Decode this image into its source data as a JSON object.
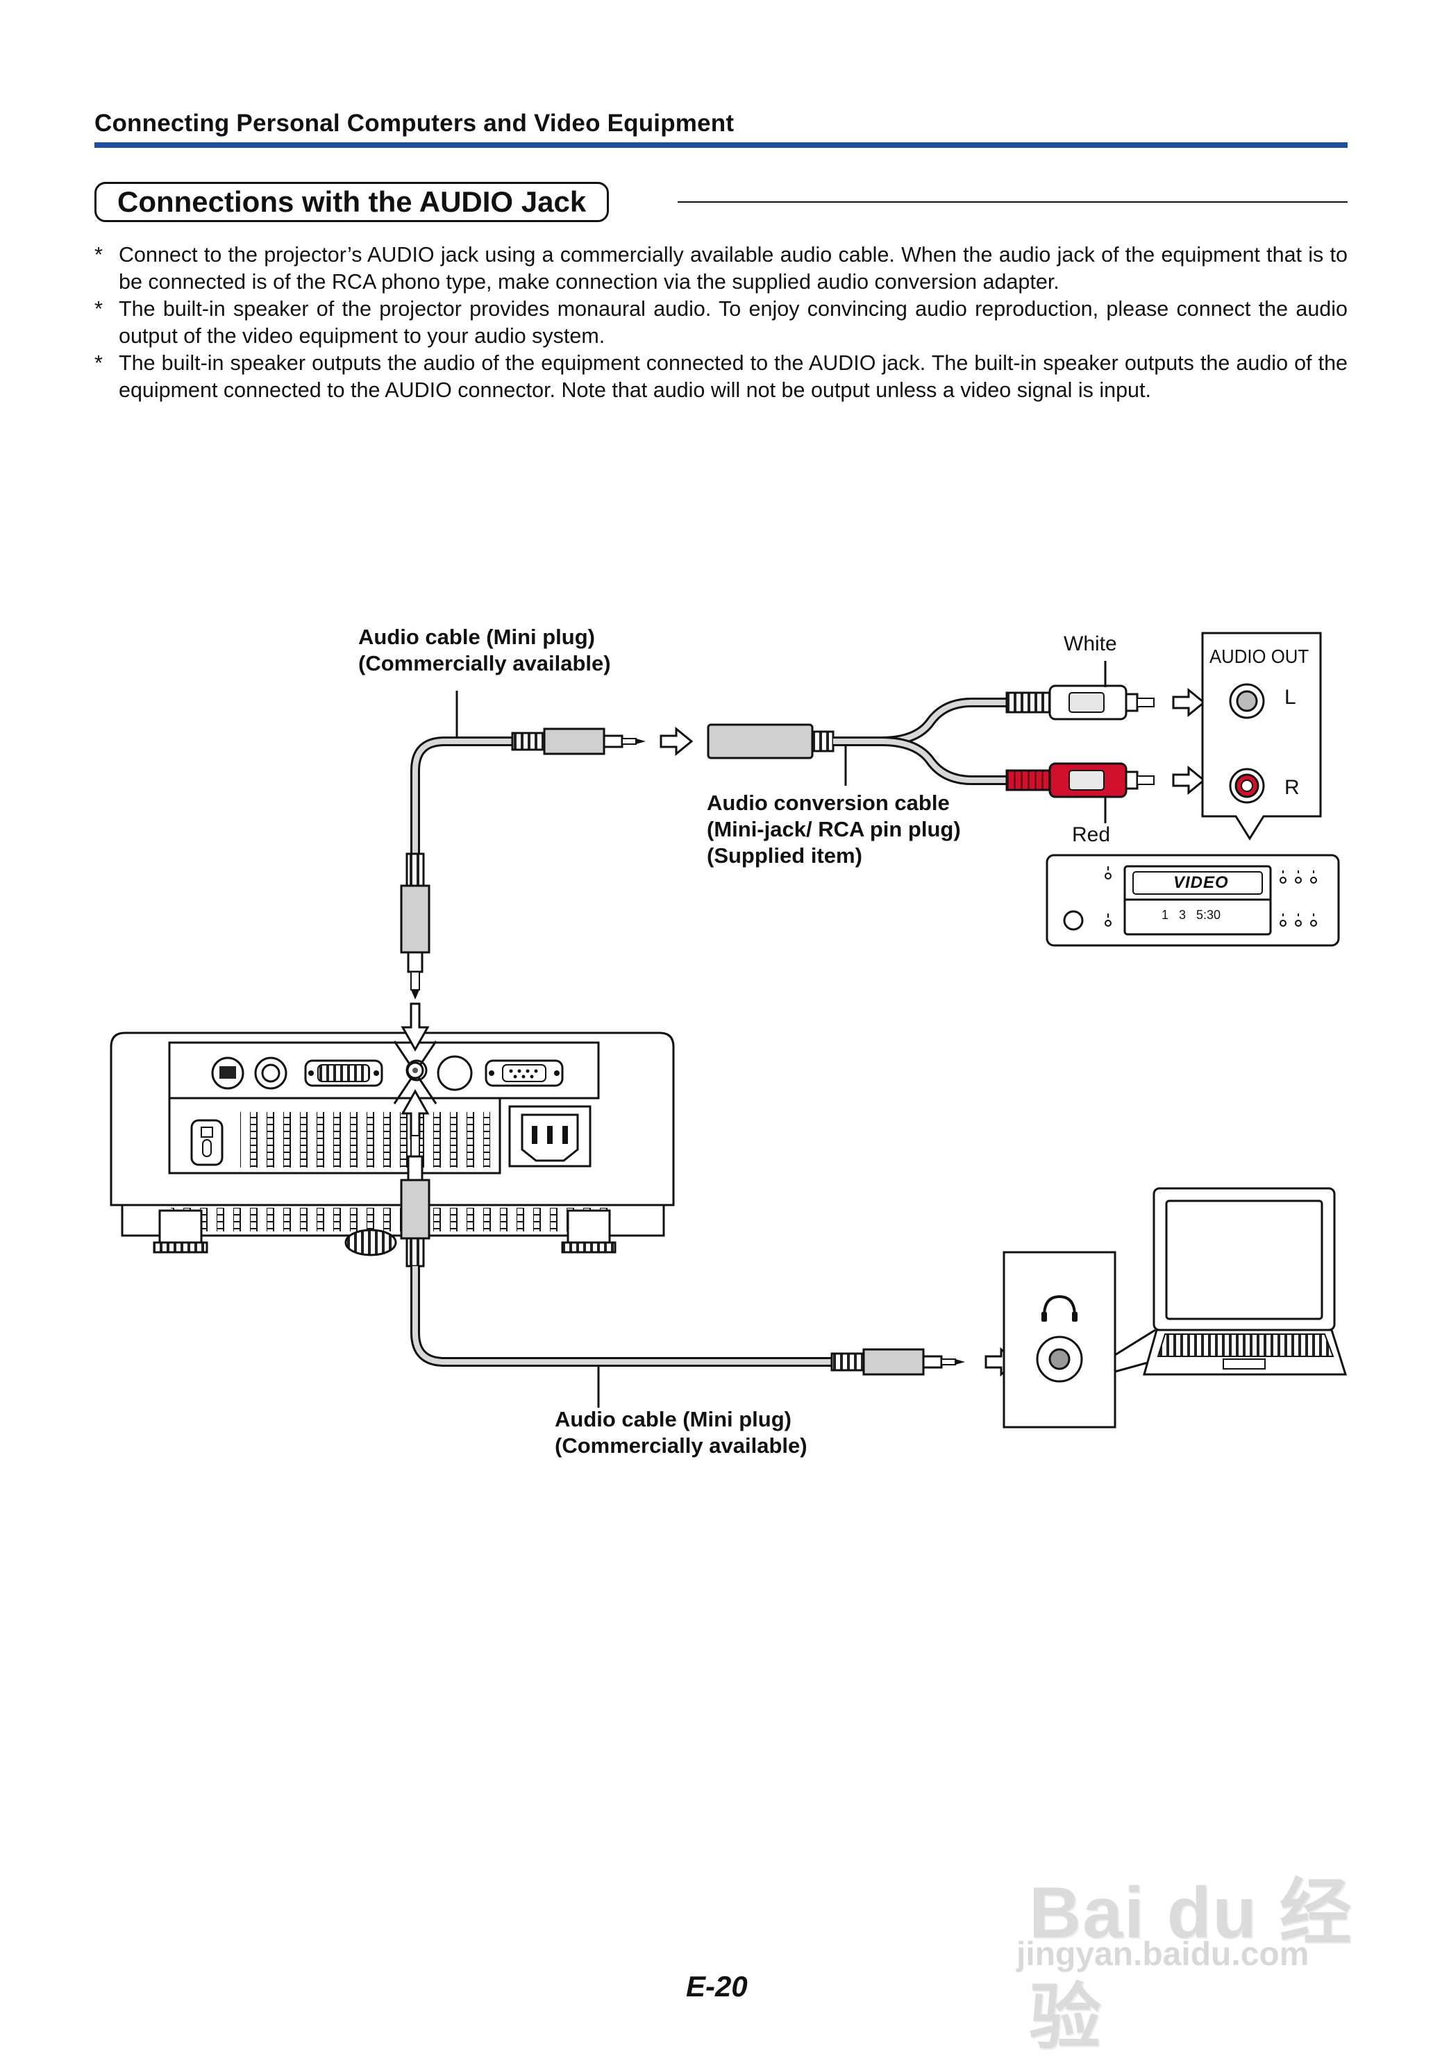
{
  "header": {
    "section_title": "Connecting Personal Computers and Video Equipment"
  },
  "section": {
    "title": "Connections with the AUDIO Jack"
  },
  "notes": [
    {
      "marker": "*",
      "text": "Connect to the projector’s AUDIO jack using a commercially available audio cable. When the audio jack of the equipment that is to be connected is of the RCA phono type, make connection via the supplied audio conversion adapter."
    },
    {
      "marker": "*",
      "text": "The built-in speaker of the projector provides monaural audio. To enjoy convincing audio reproduction, please connect the audio output of the video equipment to your audio system."
    },
    {
      "marker": "*",
      "text": "The built-in speaker outputs the audio of the equipment connected to the AUDIO jack. The built-in speaker outputs the audio of the equipment connected to the AUDIO connector. Note that audio will not be output unless a video signal is input."
    }
  ],
  "diagram": {
    "top_cable_label": [
      "Audio cable (Mini plug)",
      "(Commercially available)"
    ],
    "conversion_cable_label": [
      "Audio conversion cable",
      "(Mini-jack/ RCA pin plug)",
      "(Supplied item)"
    ],
    "white_label": "White",
    "red_label": "Red",
    "audio_out_label": "AUDIO OUT",
    "channel_left": "L",
    "channel_right": "R",
    "vcr_brand": "VIDEO",
    "vcr_display": "1   3   5:30",
    "bottom_cable_label": [
      "Audio cable (Mini plug)",
      "(Commercially available)"
    ],
    "headphone_icon": "headphone-icon",
    "colors": {
      "white_plug": "#ffffff",
      "red_plug": "#d0102c",
      "rule_blue": "#1d4f9c",
      "cable_gray": "#d8d8d8"
    }
  },
  "footer": {
    "page_number": "E-20"
  },
  "watermark": {
    "brand": "Bai du 经验",
    "url": "jingyan.baidu.com"
  }
}
